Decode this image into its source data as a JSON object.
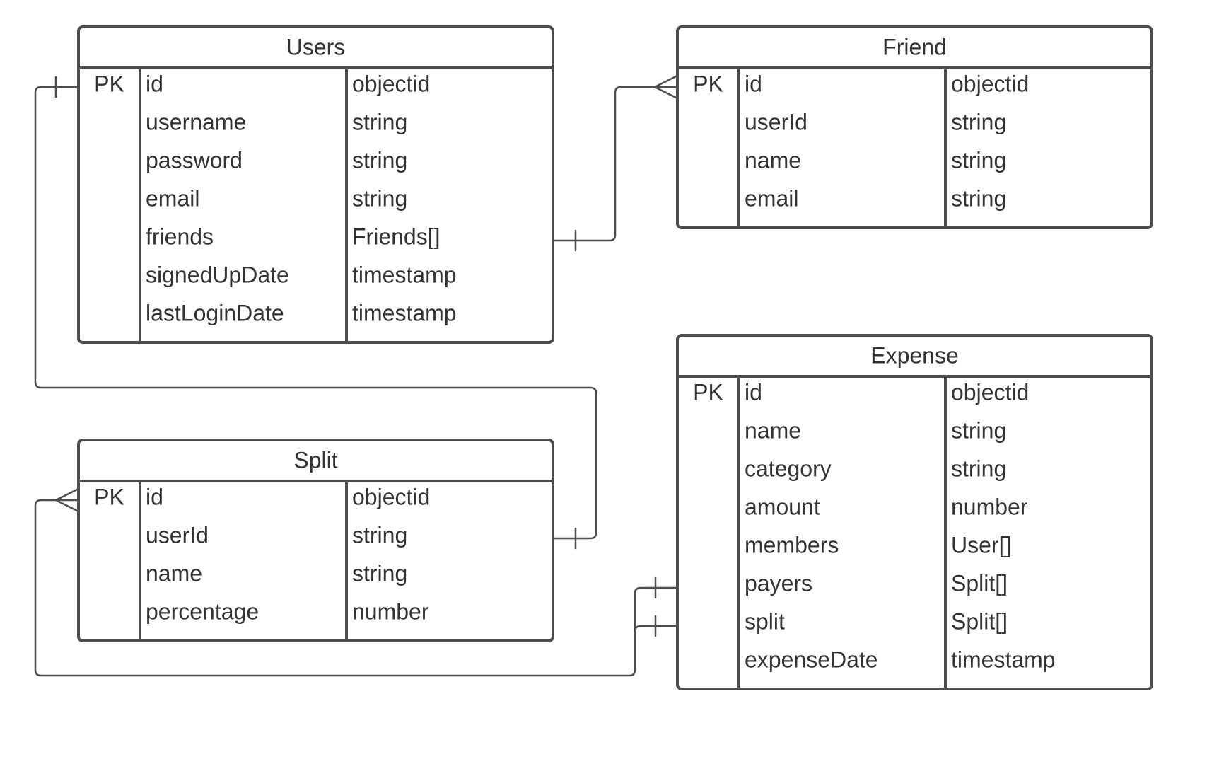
{
  "entities": {
    "users": {
      "title": "Users",
      "rows": [
        {
          "key": "PK",
          "name": "id",
          "type": "objectid"
        },
        {
          "key": "",
          "name": "username",
          "type": "string"
        },
        {
          "key": "",
          "name": "password",
          "type": "string"
        },
        {
          "key": "",
          "name": "email",
          "type": "string"
        },
        {
          "key": "",
          "name": "friends",
          "type": "Friends[]"
        },
        {
          "key": "",
          "name": "signedUpDate",
          "type": "timestamp"
        },
        {
          "key": "",
          "name": "lastLoginDate",
          "type": "timestamp"
        }
      ]
    },
    "friend": {
      "title": "Friend",
      "rows": [
        {
          "key": "PK",
          "name": "id",
          "type": "objectid"
        },
        {
          "key": "",
          "name": "userId",
          "type": "string"
        },
        {
          "key": "",
          "name": "name",
          "type": "string"
        },
        {
          "key": "",
          "name": "email",
          "type": "string"
        }
      ]
    },
    "split": {
      "title": "Split",
      "rows": [
        {
          "key": "PK",
          "name": "id",
          "type": "objectid"
        },
        {
          "key": "",
          "name": "userId",
          "type": "string"
        },
        {
          "key": "",
          "name": "name",
          "type": "string"
        },
        {
          "key": "",
          "name": "percentage",
          "type": "number"
        }
      ]
    },
    "expense": {
      "title": "Expense",
      "rows": [
        {
          "key": "PK",
          "name": "id",
          "type": "objectid"
        },
        {
          "key": "",
          "name": "name",
          "type": "string"
        },
        {
          "key": "",
          "name": "category",
          "type": "string"
        },
        {
          "key": "",
          "name": "amount",
          "type": "number"
        },
        {
          "key": "",
          "name": "members",
          "type": "User[]"
        },
        {
          "key": "",
          "name": "payers",
          "type": "Split[]"
        },
        {
          "key": "",
          "name": "split",
          "type": "Split[]"
        },
        {
          "key": "",
          "name": "expenseDate",
          "type": "timestamp"
        }
      ]
    }
  },
  "relationships": [
    {
      "from": "users.friends",
      "to": "friend.id",
      "from_end": "one",
      "to_end": "many"
    },
    {
      "from": "users.id",
      "to": "split.userId",
      "from_end": "one",
      "to_end": "one"
    },
    {
      "from": "expense.payers",
      "to": "split.id",
      "from_end": "one",
      "to_end": "many"
    },
    {
      "from": "expense.split",
      "to": "split.id",
      "from_end": "one",
      "to_end": "many"
    }
  ],
  "colors": {
    "stroke": "#4d4d4d",
    "text": "#333333",
    "background": "#ffffff"
  }
}
